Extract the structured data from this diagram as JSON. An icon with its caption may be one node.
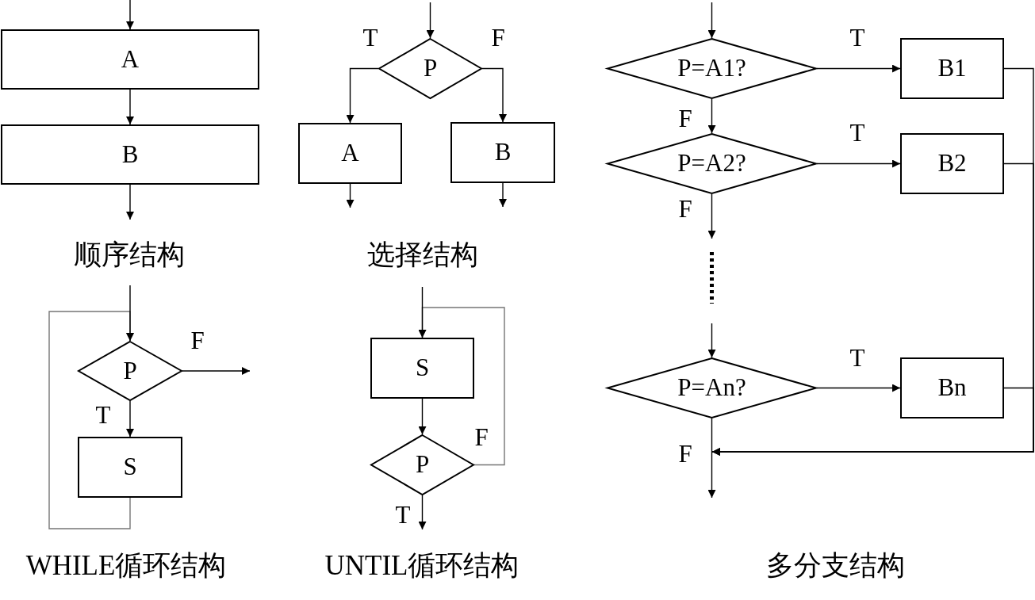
{
  "diagram": {
    "nodes": [
      {
        "text": [
          "A"
        ]
      },
      {
        "text": [
          "B"
        ]
      },
      {
        "text": [
          "P"
        ]
      },
      {
        "text": [
          "A"
        ]
      },
      {
        "text": [
          "B"
        ]
      },
      {
        "text": [
          "P"
        ]
      },
      {
        "text": [
          "S"
        ]
      },
      {
        "text": [
          "S"
        ]
      },
      {
        "text": [
          "P"
        ]
      },
      {
        "text": [
          "P=A1?"
        ]
      },
      {
        "text": [
          "B1"
        ]
      },
      {
        "text": [
          "P=A2?"
        ]
      },
      {
        "text": [
          "B2"
        ]
      },
      {
        "text": [
          "P=An?"
        ]
      },
      {
        "text": [
          "Bn"
        ]
      }
    ],
    "edges": [
      {
        "from": null,
        "to": 0,
        "arrow": "to"
      },
      {
        "from": 0,
        "to": 1,
        "arrow": "to"
      },
      {
        "from": 1,
        "to": null,
        "arrow": "to"
      },
      {
        "from": null,
        "to": 2,
        "arrow": "to"
      },
      {
        "from": 2,
        "to": 3,
        "arrow": "to",
        "label": "T"
      },
      {
        "from": 2,
        "to": 4,
        "arrow": "to",
        "label": "F"
      },
      {
        "from": 3,
        "to": null,
        "arrow": "to"
      },
      {
        "from": 4,
        "to": null,
        "arrow": "to"
      },
      {
        "from": null,
        "to": 5,
        "arrow": "to"
      },
      {
        "from": 5,
        "to": 6,
        "arrow": "to",
        "label": "T"
      },
      {
        "from": 5,
        "to": null,
        "arrow": "to",
        "label": "F"
      },
      {
        "from": 6,
        "to": 5,
        "arrow": "to",
        "color": "#767676"
      },
      {
        "from": null,
        "to": 7,
        "arrow": "to"
      },
      {
        "from": 7,
        "to": 8,
        "arrow": "to"
      },
      {
        "from": 8,
        "to": 7,
        "arrow": "to",
        "label": "F",
        "color": "#767676"
      },
      {
        "from": 8,
        "to": null,
        "arrow": "to",
        "label": "T"
      },
      {
        "from": null,
        "to": 9,
        "arrow": "to"
      },
      {
        "from": 9,
        "to": 10,
        "arrow": "to",
        "label": "T"
      },
      {
        "from": 9,
        "to": 11,
        "arrow": "to",
        "label": "F"
      },
      {
        "from": 11,
        "to": null,
        "arrow": "to",
        "label": "F"
      },
      {
        "from": null,
        "to": 13,
        "arrow": "to"
      },
      {
        "from": 11,
        "to": 12,
        "arrow": "to",
        "label": "T"
      },
      {
        "from": 13,
        "to": 14,
        "arrow": "to",
        "label": "T"
      },
      {
        "from": 13,
        "to": null,
        "arrow": "to",
        "label": "F"
      },
      {
        "from": 10,
        "to": null,
        "arrow": "to"
      },
      {
        "from": 12,
        "to": null,
        "arrow": "to"
      },
      {
        "from": 14,
        "to": null,
        "arrow": "to"
      }
    ],
    "labels": [
      "顺序结构",
      "选择结构",
      "WHILE循环结构",
      "UNTIL循环结构",
      "多分支结构"
    ]
  }
}
